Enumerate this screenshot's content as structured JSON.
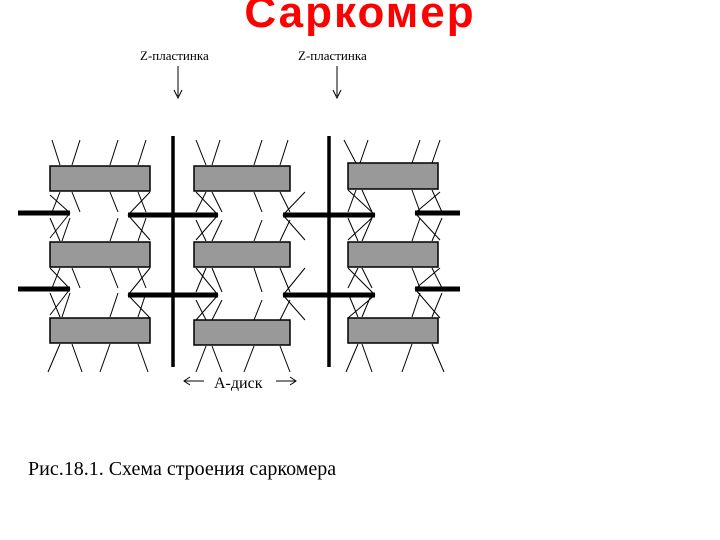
{
  "title": "Саркомер",
  "z_plate_left": "Z-пластинка",
  "z_plate_right": "Z-пластинка",
  "a_disk": "А-диск",
  "caption": "Рис.18.1. Схема строения саркомера",
  "colors": {
    "title": "#ff0000",
    "thick_filament_fill": "#999999",
    "lines": "#000000"
  }
}
